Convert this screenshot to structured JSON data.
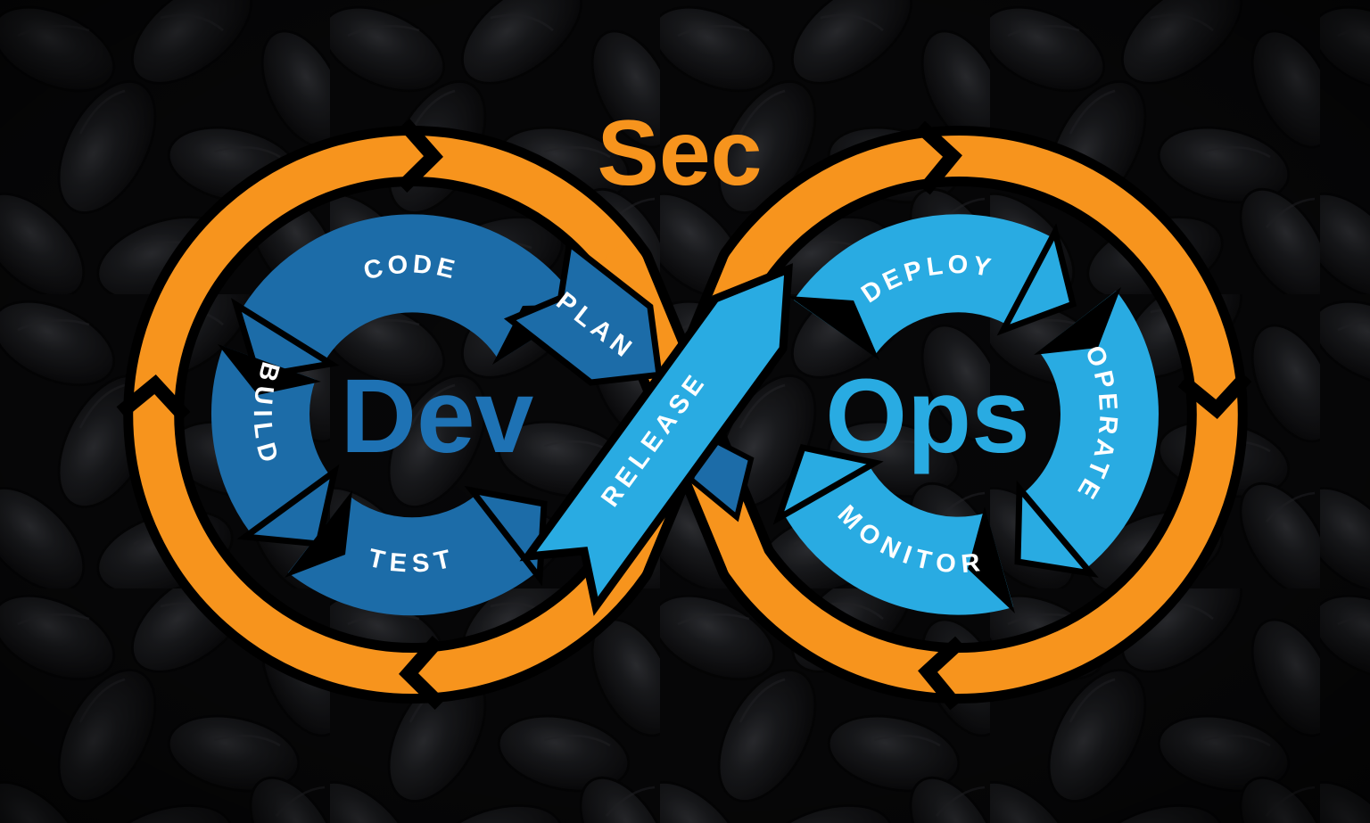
{
  "diagram": {
    "title_top": "Sec",
    "left_loop": {
      "center_label": "Dev",
      "stages": [
        "CODE",
        "PLAN",
        "BUILD",
        "TEST"
      ]
    },
    "crossing_label": "RELEASE",
    "right_loop": {
      "center_label": "Ops",
      "stages": [
        "DEPLOY",
        "OPERATE",
        "MONITOR"
      ]
    },
    "colors": {
      "orange": "#f7941d",
      "dark_blue": "#1c6ca8",
      "light_blue": "#29abe2",
      "dev_text": "#1e72b4",
      "label": "#ffffff",
      "outline": "#000000",
      "background": "#070708"
    }
  }
}
